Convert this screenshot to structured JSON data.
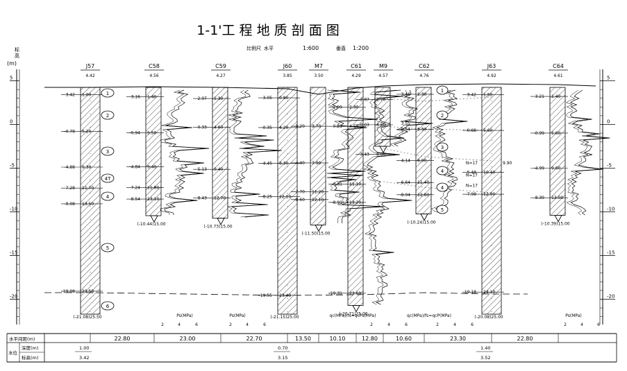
{
  "title": "1-1'工 程 地 质 剖 面 图",
  "scale_line": {
    "label": "比例尺",
    "h_label": "水平",
    "h_value": "1:600",
    "v_label": "垂直",
    "v_value": "1:200"
  },
  "axis": {
    "label_chars": [
      "标",
      "高"
    ],
    "unit": "(m)",
    "ticks": [
      "5",
      "0",
      "-5",
      "-10",
      "-15",
      "-20"
    ],
    "tick_values": [
      5,
      0,
      -5,
      -10,
      -15,
      -20
    ]
  },
  "boreholes": [
    {
      "id": "J57",
      "elev": "4.42",
      "bottom": "(-21.08)25.50",
      "type": "drill",
      "labels": [
        {
          "elev": "3.42",
          "depth": "1.00",
          "z": 3.42
        },
        {
          "elev": "-0.78",
          "depth": "5.20",
          "z": -0.78
        },
        {
          "elev": "-4.88",
          "depth": "9.30",
          "z": -4.88
        },
        {
          "elev": "-7.28",
          "depth": "11.70",
          "z": -7.28
        },
        {
          "elev": "-9.08",
          "depth": "13.50",
          "z": -9.08
        },
        {
          "elev": "-19.08",
          "depth": "23.50",
          "z": -19.08
        }
      ]
    },
    {
      "id": "C58",
      "elev": "4.56",
      "bottom": "(-10.44)15.00",
      "type": "cpt",
      "bottom_z": -10.44,
      "labels": [
        {
          "elev": "3.16",
          "depth": "1.40",
          "z": 3.16
        },
        {
          "elev": "-0.94",
          "depth": "5.50",
          "z": -0.94
        },
        {
          "elev": "-4.84",
          "depth": "9.40",
          "z": -4.84
        },
        {
          "elev": "-7.24",
          "depth": "11.80",
          "z": -7.24
        },
        {
          "elev": "-8.54",
          "depth": "13.10",
          "z": -8.54
        }
      ]
    },
    {
      "id": "C59",
      "elev": "4.27",
      "bottom": "(-10.73)15.00",
      "type": "cpt",
      "bottom_z": -10.73,
      "labels": [
        {
          "elev": "2.97",
          "depth": "1.30",
          "z": 2.97
        },
        {
          "elev": "-0.33",
          "depth": "4.60",
          "z": -0.33
        },
        {
          "elev": "-5.13",
          "depth": "9.40",
          "z": -5.13
        },
        {
          "elev": "-8.43",
          "depth": "12.70",
          "z": -8.43
        }
      ]
    },
    {
      "id": "J60",
      "elev": "3.85",
      "bottom": "(-21.15)25.00",
      "type": "drill",
      "labels": [
        {
          "elev": "3.05",
          "depth": "0.80",
          "z": 3.05
        },
        {
          "elev": "-0.35",
          "depth": "4.20",
          "z": -0.35
        },
        {
          "elev": "-4.45",
          "depth": "8.30",
          "z": -4.45
        },
        {
          "elev": "-8.25",
          "depth": "12.10",
          "z": -8.25
        },
        {
          "elev": "-19.55",
          "depth": "23.40",
          "z": -19.55
        }
      ]
    },
    {
      "id": "M7",
      "elev": "3.50",
      "bottom": "(-11.50)15.00",
      "type": "cpt",
      "bottom_z": -11.5,
      "labels": [
        {
          "elev": "-0.20",
          "depth": "3.70",
          "z": -0.2
        },
        {
          "elev": "-4.40",
          "depth": "7.90",
          "z": -4.4
        },
        {
          "elev": "-7.70",
          "depth": "11.20",
          "z": -7.7
        },
        {
          "elev": "-8.60",
          "depth": "12.10",
          "z": -8.6
        }
      ]
    },
    {
      "id": "C61",
      "elev": "4.29",
      "bottom": "(-20.71)25.00",
      "type": "cpt",
      "bottom_z": -20.71,
      "labels": [
        {
          "elev": "1.99",
          "depth": "2.30",
          "z": 1.99
        },
        {
          "elev": "-0.21",
          "depth": "4.50",
          "z": -0.21
        },
        {
          "elev": "-6.81",
          "depth": "11.10",
          "z": -6.81
        },
        {
          "elev": "-8.91",
          "depth": "13.20",
          "z": -8.91
        },
        {
          "elev": "-19.31",
          "depth": "23.60",
          "z": -19.31
        }
      ]
    },
    {
      "id": "M9",
      "elev": "4.57",
      "bottom": "",
      "type": "cpt",
      "bottom_z": -2.5,
      "labels": [
        {
          "elev": "2.87",
          "depth": "1.70",
          "z": 2.87
        },
        {
          "elev": "-0.03",
          "depth": "4.60",
          "z": -0.03
        },
        {
          "elev": "-3.43",
          "depth": "8.00",
          "z": -3.43
        }
      ]
    },
    {
      "id": "C62",
      "elev": "4.76",
      "bottom": "(-10.24)15.00",
      "type": "cpt",
      "bottom_z": -10.24,
      "labels": [
        {
          "elev": "3.46",
          "depth": "1.30",
          "z": 3.46
        },
        {
          "elev": "-0.54",
          "depth": "5.30",
          "z": -0.54
        },
        {
          "elev": "-4.14",
          "depth": "8.90",
          "z": -4.14
        },
        {
          "elev": "-6.64",
          "depth": "11.40",
          "z": -6.64
        },
        {
          "elev": "-8.04",
          "depth": "12.80",
          "z": -8.04
        }
      ]
    },
    {
      "id": "J63",
      "elev": "4.92",
      "bottom": "(-20.08)25.00",
      "type": "drill",
      "labels": [
        {
          "elev": "3.42",
          "depth": "1.50",
          "z": 3.42
        },
        {
          "elev": "-0.68",
          "depth": "5.60",
          "z": -0.68
        },
        {
          "elev": "-5.48",
          "depth": "10.40",
          "z": -5.48
        },
        {
          "elev": "-7.98",
          "depth": "12.90",
          "z": -7.98
        },
        {
          "elev": "-19.18",
          "depth": "24.10",
          "z": -19.18
        }
      ]
    },
    {
      "id": "C64",
      "elev": "4.61",
      "bottom": "(-10.39)15.00",
      "type": "cpt",
      "bottom_z": -10.39,
      "labels": [
        {
          "elev": "3.21",
          "depth": "1.40",
          "z": 3.21
        },
        {
          "elev": "-0.99",
          "depth": "5.60",
          "z": -0.99
        },
        {
          "elev": "-4.99",
          "depth": "9.60",
          "z": -4.99
        },
        {
          "elev": "-8.39",
          "depth": "13.00",
          "z": -8.39
        }
      ]
    }
  ],
  "extra_labels": [
    {
      "text": "3.55",
      "ref": "C62",
      "z": 0.1,
      "side": "left"
    },
    {
      "text": "9.90",
      "ref": "J63",
      "z": -4.4,
      "side": "right"
    },
    {
      "text": "N=17",
      "ref": "J63",
      "z": -4.4,
      "side": "left"
    },
    {
      "text": "N=17",
      "ref": "J63",
      "z": -5.8,
      "side": "left"
    },
    {
      "text": "N=17",
      "ref": "J63",
      "z": -7.0,
      "side": "left"
    }
  ],
  "layers": [
    "1",
    "2",
    "3",
    "4T",
    "4",
    "5",
    "6"
  ],
  "right_layers": [
    "1",
    "2",
    "3",
    "4",
    "4",
    "5"
  ],
  "cpt_captions": [
    "Ps(MPa)",
    "Ps(MPa)",
    "qc(MPa)/fs=qcPs(MPa)",
    "qc(MPa)/fs=qcP(MPa)",
    "Ps(MPa)"
  ],
  "cpt_scale": [
    "2",
    "4",
    "6"
  ],
  "footer": {
    "spacing_label": "水平间距(m)",
    "spacings": [
      "22.80",
      "23.00",
      "22.70",
      "13.50",
      "10.10",
      "12.80",
      "10.60",
      "23.30",
      "22.80"
    ],
    "water_label": "水位",
    "depth_label": "深度(m)",
    "elev_label": "标高(m)",
    "water_depths": [
      "1.00",
      "0.70",
      "1.40"
    ],
    "water_elevs": [
      "3.42",
      "3.15",
      "3.52"
    ]
  }
}
